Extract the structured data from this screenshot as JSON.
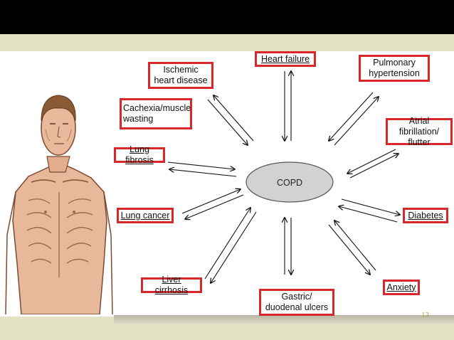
{
  "center": "COPD",
  "slide_number": "13",
  "comorbidities": [
    {
      "id": "heart-failure",
      "label": "Heart failure"
    },
    {
      "id": "pulmonary-hypertension",
      "label": "Pulmonary\nhypertension"
    },
    {
      "id": "ischemic-heart-disease",
      "label": "Ischemic\nheart disease"
    },
    {
      "id": "cachexia",
      "label": "Cachexia/muscle\nwasting"
    },
    {
      "id": "atrial-fibrillation",
      "label": "Atrial fibrillation/\nflutter"
    },
    {
      "id": "lung-fibrosis",
      "label": "Lung fibrosis"
    },
    {
      "id": "diabetes",
      "label": "Diabetes"
    },
    {
      "id": "lung-cancer",
      "label": "Lung cancer"
    },
    {
      "id": "liver-cirrhosis",
      "label": "Liver cirrhosis"
    },
    {
      "id": "anxiety",
      "label": "Anxiety"
    },
    {
      "id": "gastric-ulcers",
      "label": "Gastric/\nduodenal ulcers"
    }
  ]
}
